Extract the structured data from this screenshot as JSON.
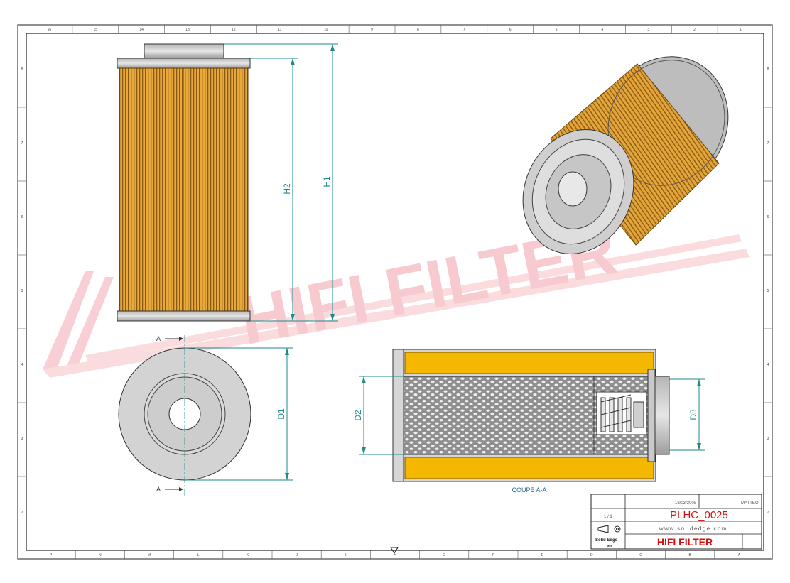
{
  "drawing": {
    "dimensions": {
      "h1": "H1",
      "h2": "H2",
      "d1": "D1",
      "d2": "D2",
      "d3": "D3"
    },
    "section": {
      "marker": "A",
      "caption": "COUPE A-A"
    },
    "watermark": "HIFI FILTER",
    "border_top_labels": [
      "16",
      "15",
      "14",
      "13",
      "12",
      "11",
      "10",
      "9",
      "8",
      "7",
      "6",
      "5",
      "4",
      "3",
      "2",
      "1"
    ],
    "border_bottom_labels": [
      "P",
      "N",
      "M",
      "L",
      "K",
      "J",
      "I",
      "H",
      "G",
      "F",
      "E",
      "D",
      "C",
      "B",
      "A"
    ],
    "border_right_labels": [
      "8",
      "7",
      "6",
      "5",
      "4",
      "3",
      "2"
    ]
  },
  "title_block": {
    "date": "18/03/2008",
    "author": "MATTEO",
    "scale": "1 / 1",
    "part_number": "PLHC_0025",
    "website": "www.solidedge.com",
    "software": "Solid Edge",
    "software_sub": "MEI",
    "company": "HIFI FILTER"
  },
  "colors": {
    "dimension": "#1f8a8a",
    "filter_media": "#e8a93a",
    "section_media": "#f5b800",
    "metal": "#c9c9c9",
    "part_number": "#d11111",
    "company": "#d11111",
    "watermark": "#f2a0aa"
  }
}
